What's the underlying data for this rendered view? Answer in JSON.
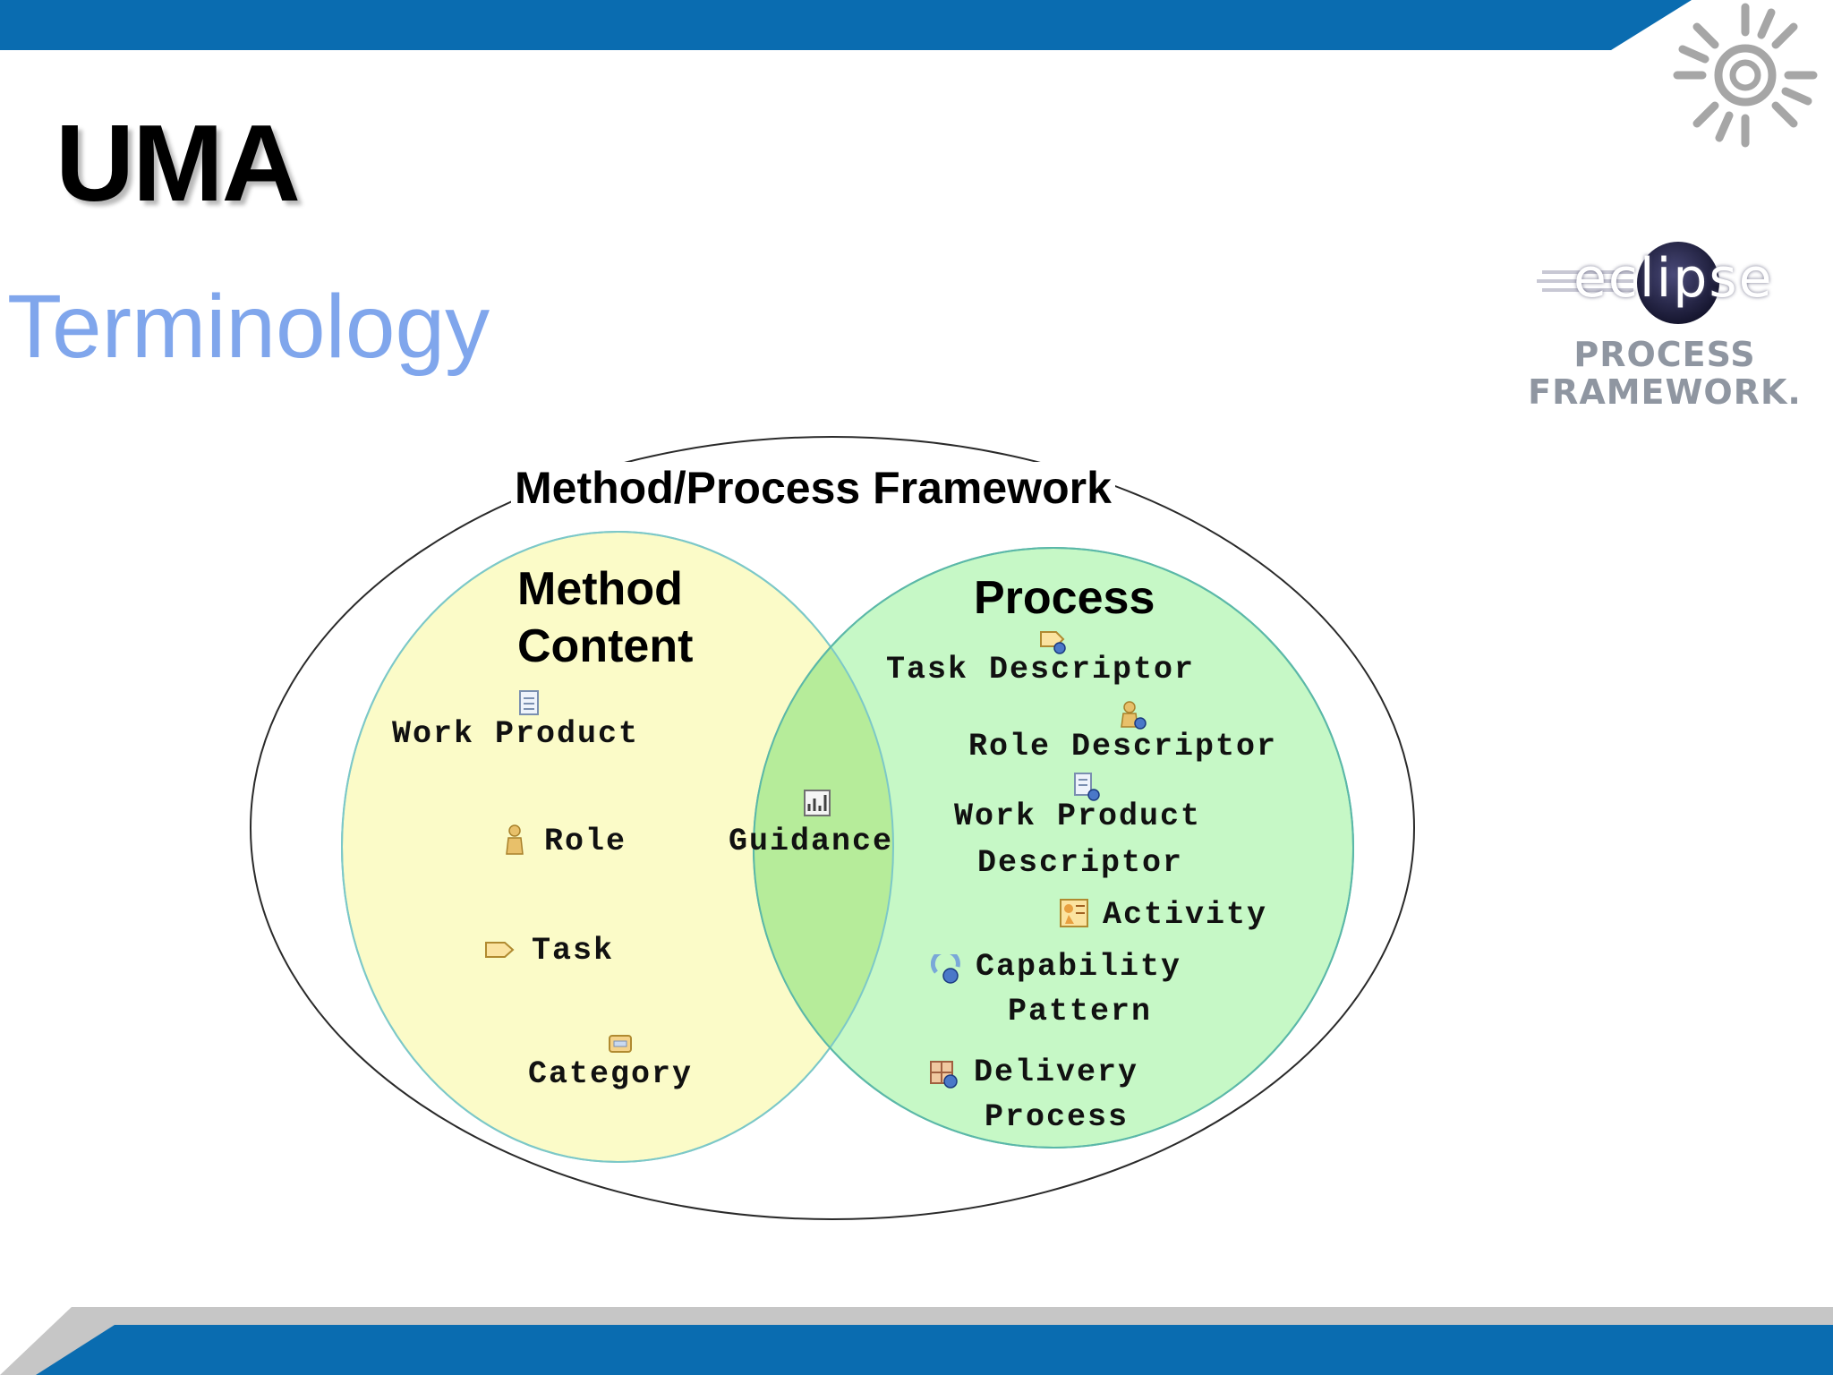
{
  "slide": {
    "title": "UMA",
    "subtitle": "Terminology"
  },
  "logo": {
    "word": "eclipse",
    "line1": "PROCESS",
    "line2": "FRAMEWORK."
  },
  "diagram": {
    "outer_label": "Method/Process Framework",
    "method_content": {
      "heading_line1": "Method",
      "heading_line2": "Content",
      "items": {
        "work_product": "Work Product",
        "role": "Role",
        "task": "Task",
        "category": "Category"
      }
    },
    "shared": {
      "guidance": "Guidance"
    },
    "process": {
      "heading": "Process",
      "items": {
        "task_descriptor": "Task Descriptor",
        "role_descriptor": "Role Descriptor",
        "wp_descriptor_line1": "Work Product",
        "wp_descriptor_line2": "Descriptor",
        "activity": "Activity",
        "capability_line1": "Capability",
        "capability_line2": "Pattern",
        "delivery_line1": "Delivery",
        "delivery_line2": "Process"
      }
    }
  },
  "colors": {
    "banner_blue": "#0a6cb0",
    "banner_grey": "#c9c9c9",
    "method_fill": "#fbfbc8",
    "process_fill": "#c6f8c6",
    "overlap_fill": "#b6ec9a",
    "subtitle_blue": "#80a6ec"
  }
}
